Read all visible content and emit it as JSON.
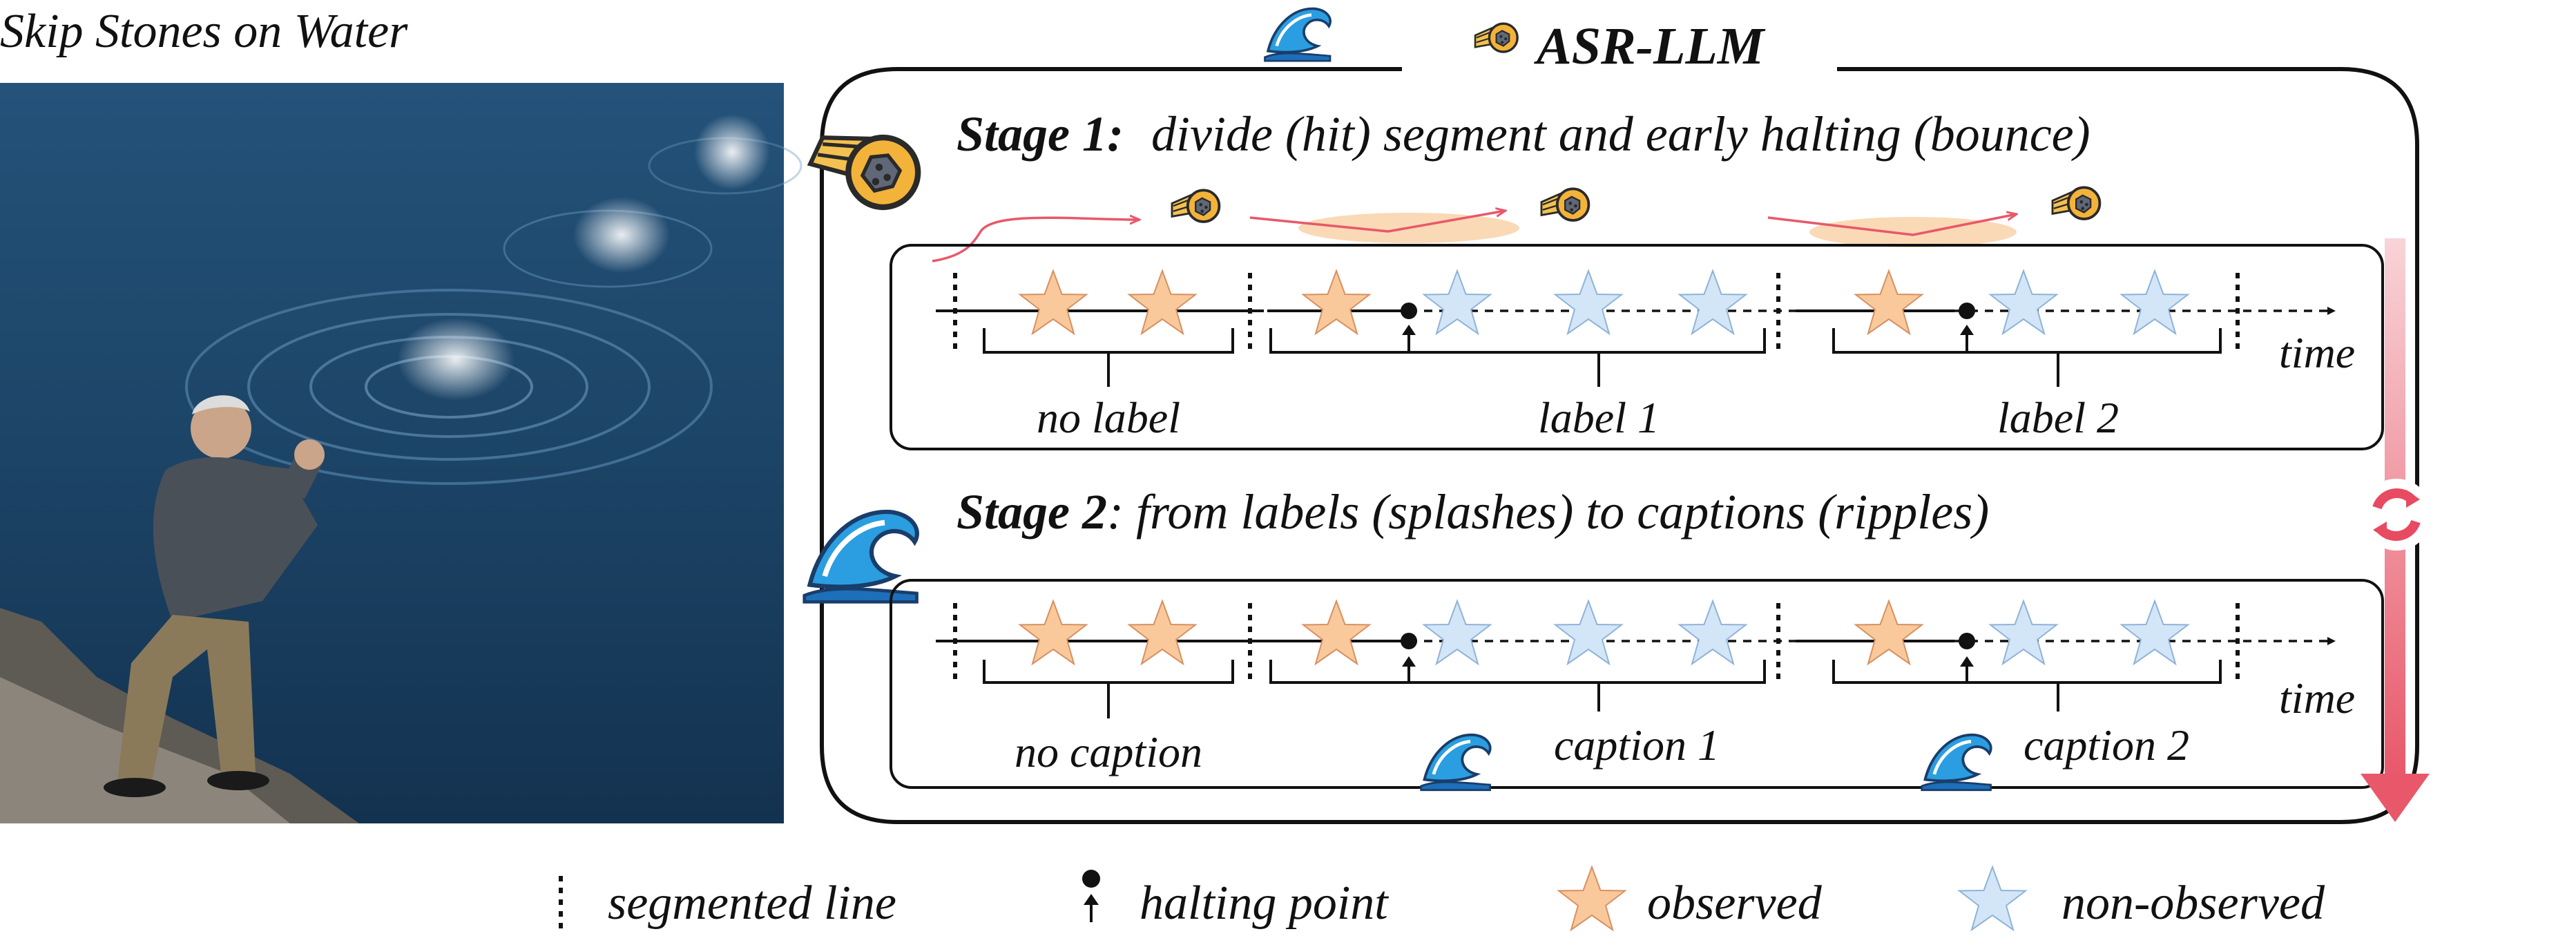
{
  "photo": {
    "title": "Skip Stones on Water",
    "scene": "man-throwing-stone-water-photo"
  },
  "header": {
    "title": "ASR-LLM"
  },
  "stage1": {
    "label": "Stage 1:",
    "text": "divide (hit) segment and early halting (bounce)",
    "segments": [
      {
        "label": "no label",
        "observed": 2,
        "non_observed": 0
      },
      {
        "label": "label 1",
        "observed": 1,
        "non_observed": 3
      },
      {
        "label": "label 2",
        "observed": 1,
        "non_observed": 2
      }
    ],
    "axis_label": "time"
  },
  "stage2": {
    "label": "Stage 2",
    "text": ": from labels (splashes) to captions (ripples)",
    "segments": [
      {
        "label": "no caption",
        "observed": 2,
        "non_observed": 0
      },
      {
        "label": "caption 1",
        "observed": 1,
        "non_observed": 3
      },
      {
        "label": "caption 2",
        "observed": 1,
        "non_observed": 2
      }
    ],
    "axis_label": "time"
  },
  "legend": {
    "segmented_line": "segmented line",
    "halting_point": "halting point",
    "observed": "observed",
    "non_observed": "non-observed"
  },
  "colors": {
    "observed": "#f9c99c",
    "non_observed": "#d3e6f8",
    "flow_arrow": "#e8586a",
    "water": "#1f4a6e",
    "stone_badge": "#eeb135"
  },
  "icons": [
    "stone-icon",
    "wave-icon",
    "cycle-icon",
    "flow-arrow-icon"
  ]
}
